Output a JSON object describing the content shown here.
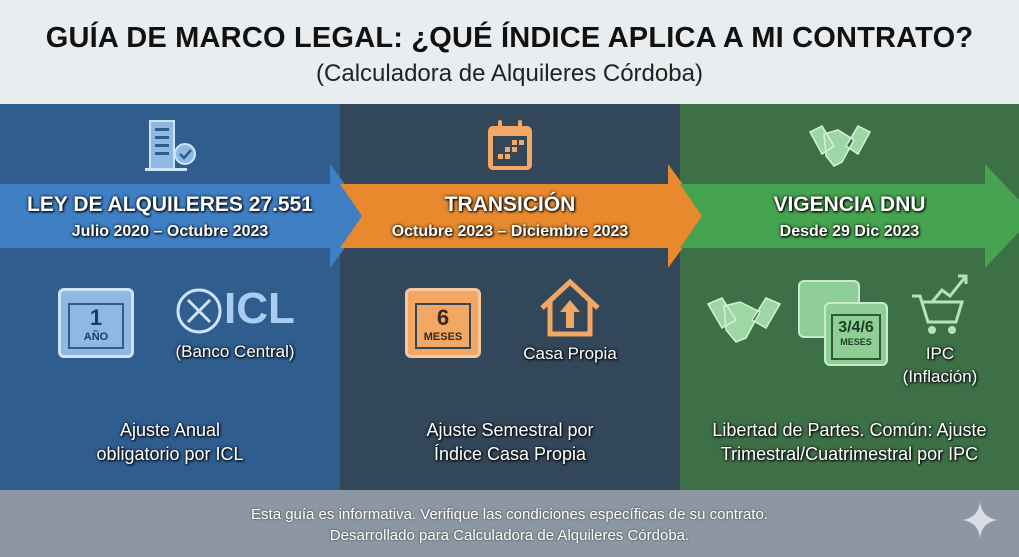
{
  "header": {
    "title": "GUÍA DE MARCO LEGAL: ¿QUÉ ÍNDICE APLICA A MI CONTRATO?",
    "subtitle": "(Calculadora de Alquileres Córdoba)"
  },
  "stages": [
    {
      "title": "LEY DE ALQUILERES 27.551",
      "dates": "Julio 2020 – Octubre 2023",
      "calendar_number": "1",
      "calendar_unit": "AÑO",
      "index_logo": "ICL",
      "index_source": "(Banco Central)",
      "description_1": "Ajuste Anual",
      "description_2": "obligatorio por ICL",
      "color": "#3f7fc4"
    },
    {
      "title": "TRANSICIÓN",
      "dates": "Octubre 2023 – Diciembre 2023",
      "calendar_number": "6",
      "calendar_unit": "MESES",
      "index_label": "Casa Propia",
      "description_1": "Ajuste Semestral por",
      "description_2": "Índice Casa Propia",
      "color": "#e8892e"
    },
    {
      "title": "VIGENCIA DNU",
      "dates": "Desde 29 Dic 2023",
      "calendar_number": "3/4/6",
      "calendar_unit": "MESES",
      "index_label_1": "IPC",
      "index_label_2": "(Inflación)",
      "description_1": "Libertad de Partes. Común: Ajuste",
      "description_2": "Trimestral/Cuatrimestral por IPC",
      "color": "#46a34f"
    }
  ],
  "footer": {
    "line1": "Esta guía es informativa. Verifique las condiciones específicas de su contrato.",
    "line2": "Desarrollado para Calculadora de Alquileres Córdoba."
  }
}
